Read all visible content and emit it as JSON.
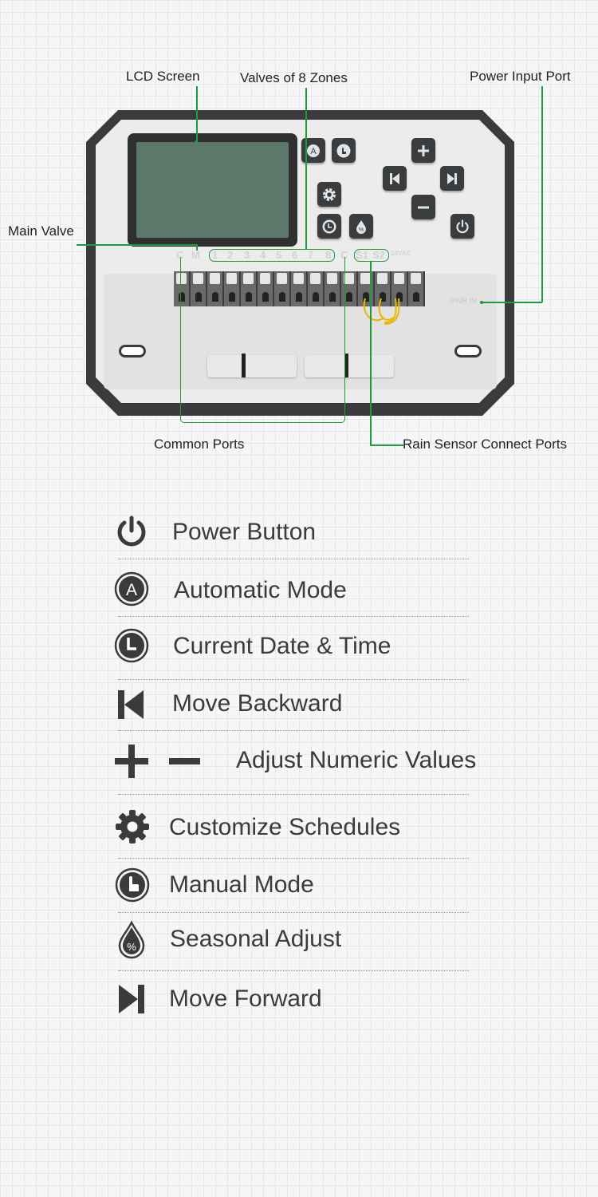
{
  "annotations": {
    "lcd_screen": "LCD Screen",
    "valves": "Valves of 8 Zones",
    "power_input": "Power Input Port",
    "main_valve": "Main Valve",
    "common_ports": "Common Ports",
    "rain_sensor": "Rain Sensor Connect Ports"
  },
  "device": {
    "terminal_labels": [
      "C",
      "M",
      "1",
      "2",
      "3",
      "4",
      "5",
      "6",
      "7",
      "8",
      "C",
      "S1",
      "S2",
      "24VAC"
    ],
    "pwr_label": "PWR IN"
  },
  "colors": {
    "callout": "#1f9a3c",
    "icon": "#3b3b3b",
    "wire": "#e8b800"
  },
  "legend": [
    {
      "icon": "power-icon",
      "label": "Power Button"
    },
    {
      "icon": "auto-mode-icon",
      "label": "Automatic Mode"
    },
    {
      "icon": "clock-icon",
      "label": "Current Date & Time"
    },
    {
      "icon": "skip-back-icon",
      "label": "Move Backward"
    },
    {
      "icon": "plus-minus-icon",
      "label": "Adjust Numeric Values"
    },
    {
      "icon": "gear-icon",
      "label": "Customize Schedules"
    },
    {
      "icon": "manual-hand-icon",
      "label": "Manual Mode"
    },
    {
      "icon": "water-drop-percent-icon",
      "label": "Seasonal Adjust"
    },
    {
      "icon": "skip-forward-icon",
      "label": "Move Forward"
    }
  ]
}
